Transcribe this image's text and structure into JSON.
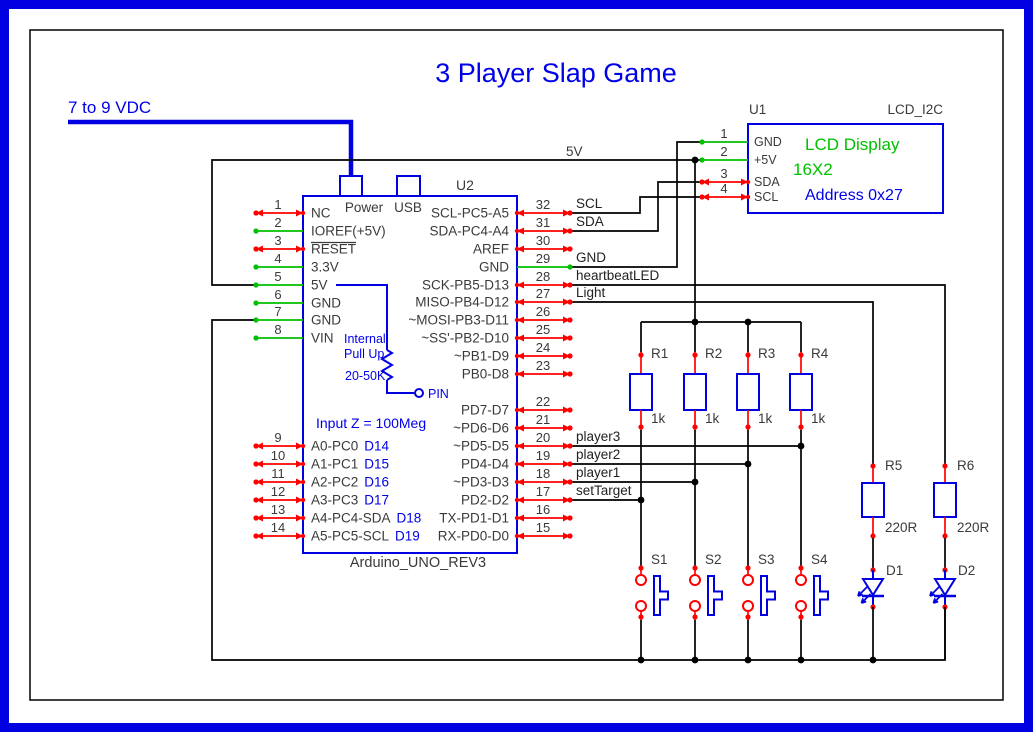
{
  "title": "3 Player Slap Game",
  "power_label": "7 to 9 VDC",
  "rail_label": "5V",
  "colors": {
    "blue": "#0000e0",
    "green": "#00c000",
    "red": "#ff0000",
    "black": "#000000",
    "label": "#3a3a3a",
    "net": "#222222",
    "lcd_green": "#00c000"
  },
  "arduino": {
    "ref": "U2",
    "name": "Arduino_UNO_REV3",
    "connectors": {
      "power": "Power",
      "usb": "USB"
    },
    "notes": {
      "pullup_line1": "Internal",
      "pullup_line2": "Pull Up",
      "pullup_value": "20-50K",
      "pullup_pin": "PIN",
      "input_z": "Input Z = 100Meg"
    },
    "left_pins": [
      {
        "num": "1",
        "label": "NC",
        "color": "red"
      },
      {
        "num": "2",
        "label": "IOREF(+5V)",
        "color": "green"
      },
      {
        "num": "3",
        "label": "RESET",
        "color": "red",
        "overline": true
      },
      {
        "num": "4",
        "label": "3.3V",
        "color": "green"
      },
      {
        "num": "5",
        "label": "5V",
        "color": "green"
      },
      {
        "num": "6",
        "label": "GND",
        "color": "green"
      },
      {
        "num": "7",
        "label": "GND",
        "color": "green"
      },
      {
        "num": "8",
        "label": "VIN",
        "color": "green"
      }
    ],
    "left_analog_pins": [
      {
        "num": "9",
        "label": "A0-PC0",
        "dlabel": "D14"
      },
      {
        "num": "10",
        "label": "A1-PC1",
        "dlabel": "D15"
      },
      {
        "num": "11",
        "label": "A2-PC2",
        "dlabel": "D16"
      },
      {
        "num": "12",
        "label": "A3-PC3",
        "dlabel": "D17"
      },
      {
        "num": "13",
        "label": "A4-PC4-SDA",
        "dlabel": "D18"
      },
      {
        "num": "14",
        "label": "A5-PC5-SCL",
        "dlabel": "D19"
      }
    ],
    "right_pins_upper": [
      {
        "num": "32",
        "label": "SCL-PC5-A5",
        "net": "SCL",
        "color": "red"
      },
      {
        "num": "31",
        "label": "SDA-PC4-A4",
        "net": "SDA",
        "color": "red"
      },
      {
        "num": "30",
        "label": "AREF",
        "color": "red"
      },
      {
        "num": "29",
        "label": "GND",
        "net": "GND",
        "color": "green"
      },
      {
        "num": "28",
        "label": "SCK-PB5-D13",
        "net": "heartbeatLED",
        "color": "red"
      },
      {
        "num": "27",
        "label": "MISO-PB4-D12",
        "net": "Light",
        "color": "red"
      },
      {
        "num": "26",
        "label": "~MOSI-PB3-D11",
        "color": "red"
      },
      {
        "num": "25",
        "label": "~SS'-PB2-D10",
        "color": "red"
      },
      {
        "num": "24",
        "label": "~PB1-D9",
        "color": "red"
      },
      {
        "num": "23",
        "label": "PB0-D8",
        "color": "red"
      }
    ],
    "right_pins_lower": [
      {
        "num": "22",
        "label": "PD7-D7",
        "color": "red"
      },
      {
        "num": "21",
        "label": "~PD6-D6",
        "color": "red"
      },
      {
        "num": "20",
        "label": "~PD5-D5",
        "net": "player3",
        "color": "red"
      },
      {
        "num": "19",
        "label": "PD4-D4",
        "net": "player2",
        "color": "red"
      },
      {
        "num": "18",
        "label": "~PD3-D3",
        "net": "player1",
        "color": "red"
      },
      {
        "num": "17",
        "label": "PD2-D2",
        "net": "setTarget",
        "color": "red"
      },
      {
        "num": "16",
        "label": "TX-PD1-D1",
        "color": "red"
      },
      {
        "num": "15",
        "label": "RX-PD0-D0",
        "color": "red"
      }
    ]
  },
  "lcd": {
    "ref": "U1",
    "part": "LCD_I2C",
    "pins": [
      {
        "num": "1",
        "label": "GND",
        "color": "green"
      },
      {
        "num": "2",
        "label": "+5V",
        "color": "green"
      },
      {
        "num": "3",
        "label": "SDA",
        "color": "red"
      },
      {
        "num": "4",
        "label": "SCL",
        "color": "red"
      }
    ],
    "line1": "LCD Display",
    "line2": "16X2",
    "line3": "Address 0x27"
  },
  "resistors": [
    {
      "ref": "R1",
      "value": "1k"
    },
    {
      "ref": "R2",
      "value": "1k"
    },
    {
      "ref": "R3",
      "value": "1k"
    },
    {
      "ref": "R4",
      "value": "1k"
    },
    {
      "ref": "R5",
      "value": "220R"
    },
    {
      "ref": "R6",
      "value": "220R"
    }
  ],
  "switches": [
    {
      "ref": "S1"
    },
    {
      "ref": "S2"
    },
    {
      "ref": "S3"
    },
    {
      "ref": "S4"
    }
  ],
  "leds": [
    {
      "ref": "D1"
    },
    {
      "ref": "D2"
    }
  ]
}
